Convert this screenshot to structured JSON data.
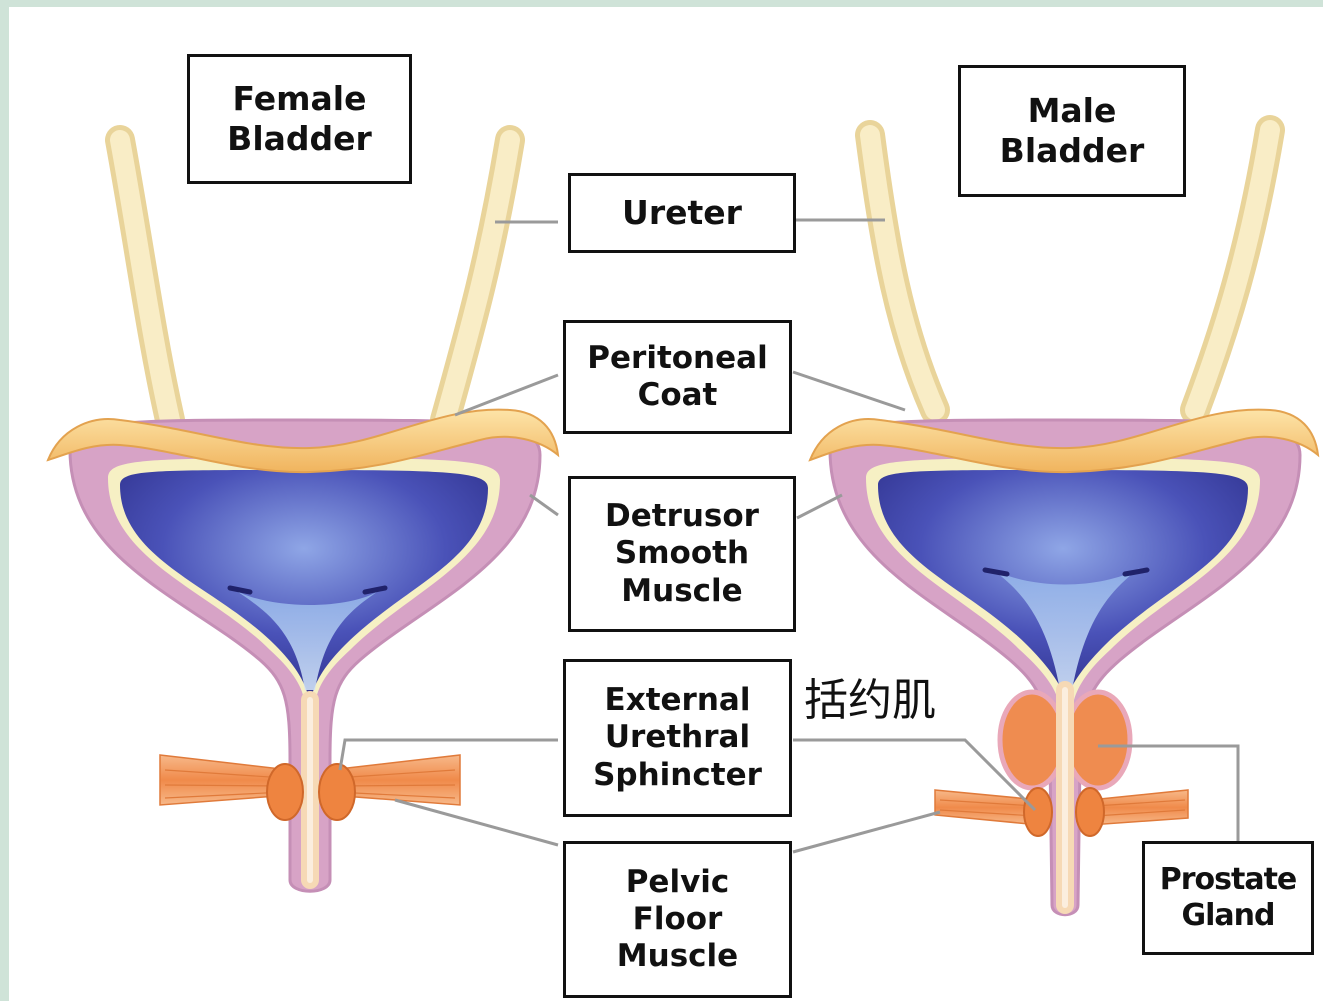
{
  "labels": {
    "female_bladder": "Female\nBladder",
    "male_bladder": "Male\nBladder",
    "ureter": "Ureter",
    "peritoneal_coat": "Peritoneal\nCoat",
    "detrusor": "Detrusor\nSmooth\nMuscle",
    "external_sphincter": "External\nUrethral\nSphincter",
    "pelvic_floor": "Pelvic\nFloor\nMuscle",
    "prostate": "Prostate\nGland",
    "chinese_note": "括约肌"
  },
  "colors": {
    "ureter": "#f6e6b4",
    "peritoneum": "#f6c777",
    "wall": "#d9a6c8",
    "lining": "#f5f0c0",
    "lumen": "#4a52b8",
    "sphincter": "#ef8a4a",
    "muscle_band": "#f3a36d",
    "leader": "#9a9a9a"
  }
}
